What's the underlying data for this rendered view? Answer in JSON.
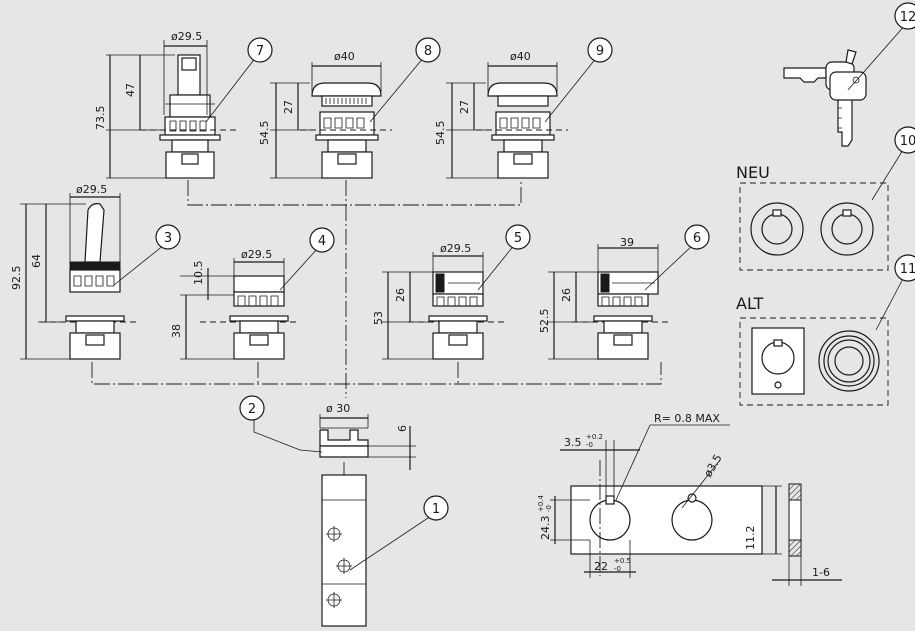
{
  "callouts": [
    "1",
    "2",
    "3",
    "4",
    "5",
    "6",
    "7",
    "8",
    "9",
    "10",
    "11",
    "12"
  ],
  "sections": {
    "new": "NEU",
    "old": "ALT"
  },
  "dims": {
    "d7w": "ø29.5",
    "d7h1": "47",
    "d7h2": "73.5",
    "d8w": "ø40",
    "d8h1": "27",
    "d8h2": "54.5",
    "d9w": "ø40",
    "d9h1": "27",
    "d9h2": "54.5",
    "d3w": "ø29.5",
    "d3h1": "64",
    "d3h2": "92.5",
    "d4w": "ø29.5",
    "d4h1": "10.5",
    "d4h2": "38",
    "d5w": "ø29.5",
    "d5h1": "26",
    "d5h2": "53",
    "d6w": "39",
    "d6h1": "26",
    "d6h2": "52.5",
    "d2w": "ø 30",
    "d2h": "6",
    "radius": "R= 0.8 MAX",
    "slot": "3.5",
    "slot_tol": "+0.2",
    "hole_w": "22",
    "hole_w_tol": "+0.5",
    "hole_h": "24.3",
    "hole_h_tol": "+0.4",
    "small_hole": "ø3.5",
    "plate_h": "11.2",
    "thickness": "1-6",
    "tol_zero": "-0"
  }
}
